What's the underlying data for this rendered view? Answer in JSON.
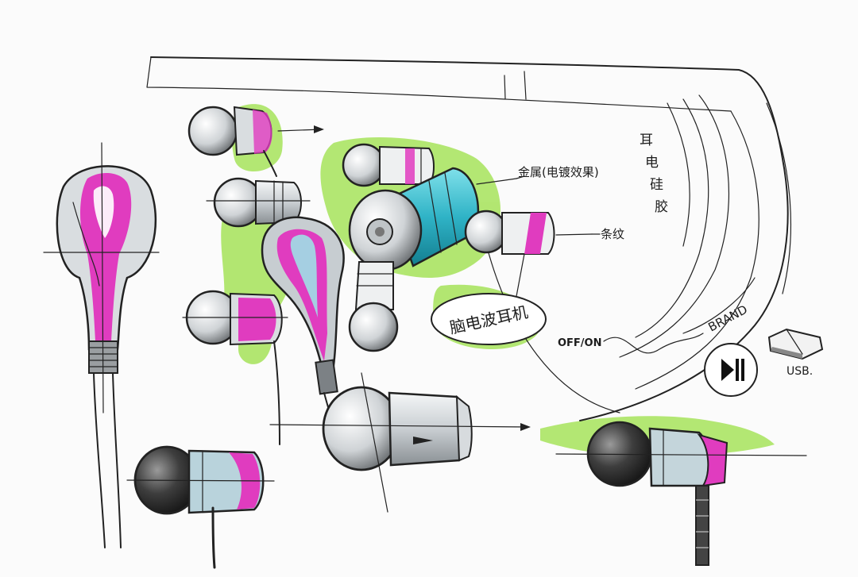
{
  "labels": {
    "band_vertical": [
      "耳",
      "电",
      "硅",
      "胶"
    ],
    "metal_note": "金属(电镀效果)",
    "headset_note": "脑电波耳机",
    "part_note": "条纹",
    "brand": "BRAND",
    "switch": "OFF/ON",
    "usb": "USB."
  },
  "colors": {
    "magenta": "#e03cbf",
    "lime": "#9be04a",
    "cyan": "#35b8c8",
    "grey_light": "#d9dde0",
    "grey_dark": "#4a4a4a",
    "ink": "#1f1f1f"
  },
  "icons": {
    "play_pause": "play-pause-icon",
    "usb": "usb-plug-icon"
  }
}
